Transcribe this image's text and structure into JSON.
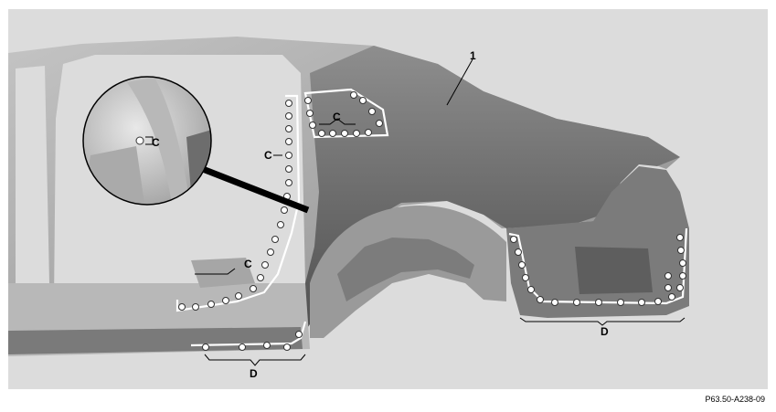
{
  "figure": {
    "code": "P63.50-A238-09",
    "callouts": {
      "part_1": "1",
      "c_detail": "C",
      "c_window": "C",
      "c_pillar": "C",
      "c_lower": "C",
      "d_sill": "D",
      "d_rear": "D"
    }
  }
}
